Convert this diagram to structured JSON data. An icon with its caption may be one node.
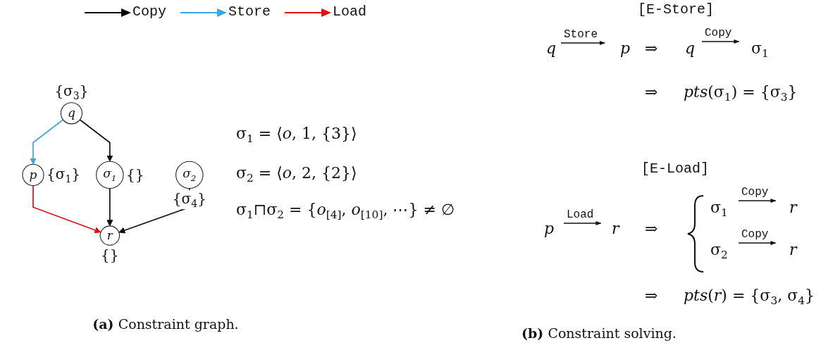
{
  "diagram": {
    "nodes": [
      {
        "text": [
          "q"
        ],
        "beside": [
          "{σ$_{3}$}"
        ]
      },
      {
        "text": [
          "p"
        ],
        "beside": [
          "{σ$_{1}$}"
        ]
      },
      {
        "text": [
          "σ$_{1}$"
        ],
        "beside": [
          "{}"
        ]
      },
      {
        "text": [
          "r"
        ],
        "beside": [
          "{}"
        ]
      },
      {
        "text": [
          "σ$_{2}$"
        ],
        "beside": [
          "{σ$_{4}$}"
        ]
      }
    ],
    "edges": [
      {
        "from": 0,
        "to": 1,
        "arrow": "to",
        "color": "#3aa8e0"
      },
      {
        "from": 0,
        "to": 2,
        "arrow": "to"
      },
      {
        "from": 1,
        "to": 3,
        "arrow": "to",
        "color": "#e01010"
      },
      {
        "from": 2,
        "to": 3,
        "arrow": "to"
      },
      {
        "from": 4,
        "to": 3,
        "arrow": "to"
      }
    ],
    "labels": [
      "σ$_{1}$ = ⟨*o*, 1, {3}⟩",
      "σ$_{2}$ = ⟨*o*, 2, {2}⟩",
      "σ$_{1}$⊓σ$_{2}$ = {*o*$_{[4]}$, *o*$_{[10]}$, ⋯} ≠ ∅",
      "[E-Store]",
      "q",
      "Store",
      "p",
      "⇒",
      "q",
      "Copy",
      "σ$_{1}$",
      "⇒",
      "*pts*(σ$_{1}$) = {σ$_{3}$}",
      "[E-Load]",
      "p",
      "Load",
      "r",
      "⇒",
      "σ$_{1}$",
      "Copy",
      "r",
      "σ$_{2}$",
      "Copy",
      "r",
      "⇒",
      "*pts*(*r*) = {σ$_{3}$, σ$_{4}$}",
      "**(a)** Constraint graph.",
      "**(b)** Constraint solving."
    ],
    "legend": [
      {
        "text": "Copy",
        "color": "#000000"
      },
      {
        "text": "Store",
        "color": "#3aa8e0"
      },
      {
        "text": "Load",
        "color": "#e01010"
      }
    ]
  }
}
